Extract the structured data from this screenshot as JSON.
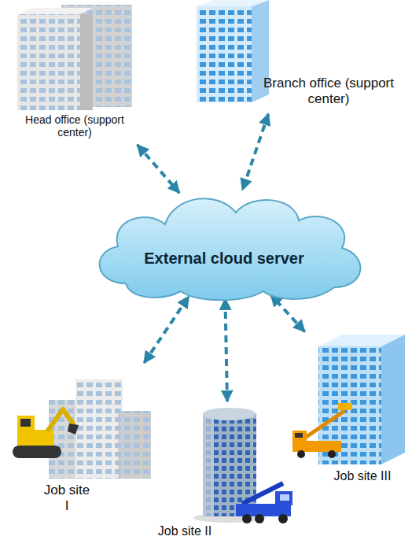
{
  "diagram": {
    "nodes": [
      {
        "text": [
          "Head office (support center)"
        ]
      },
      {
        "text": [
          "Branch office (support center)"
        ]
      },
      {
        "text": [
          "External cloud server"
        ]
      },
      {
        "text": [
          "Job site I"
        ]
      },
      {
        "text": [
          "Job site II"
        ]
      },
      {
        "text": [
          "Job site III"
        ]
      }
    ],
    "edges": [
      {
        "from": 0,
        "to": 2,
        "arrow": "both"
      },
      {
        "from": 1,
        "to": 2,
        "arrow": "both"
      },
      {
        "from": 3,
        "to": 2,
        "arrow": "both"
      },
      {
        "from": 4,
        "to": 2,
        "arrow": "both"
      },
      {
        "from": 5,
        "to": 2,
        "arrow": "both"
      }
    ]
  }
}
